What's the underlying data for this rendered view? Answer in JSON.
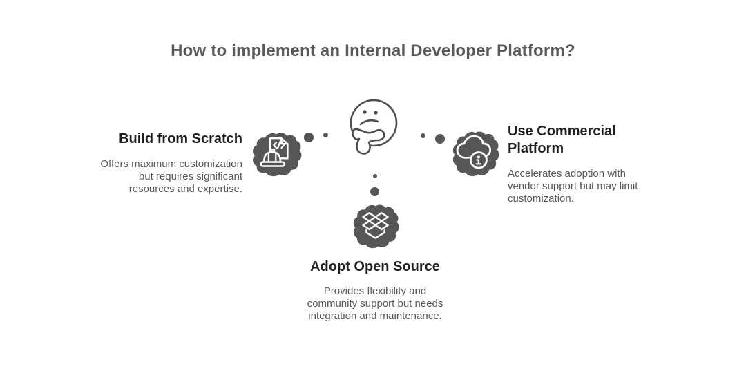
{
  "title": "How to implement an Internal Developer Platform?",
  "colors": {
    "background": "#ffffff",
    "blob_gray": "#565656",
    "line_gray": "#4d4d4d",
    "heading_text": "#1f1f21",
    "body_text": "#58585a",
    "title_text": "#58595b"
  },
  "center_icon": "thinking-face-icon",
  "options": [
    {
      "id": "build-from-scratch",
      "icon": "code-file-hardhat-icon",
      "heading": "Build from Scratch",
      "description": "Offers maximum customization\nbut requires significant\nresources and expertise."
    },
    {
      "id": "use-commercial-platform",
      "icon": "cloud-info-icon",
      "heading": "Use Commercial\nPlatform",
      "description": "Accelerates adoption with\nvendor support but may limit\ncustomization."
    },
    {
      "id": "adopt-open-source",
      "icon": "open-source-diamonds-icon",
      "heading": "Adopt Open Source",
      "description": "Provides flexibility and\ncommunity support but needs\nintegration and maintenance."
    }
  ]
}
